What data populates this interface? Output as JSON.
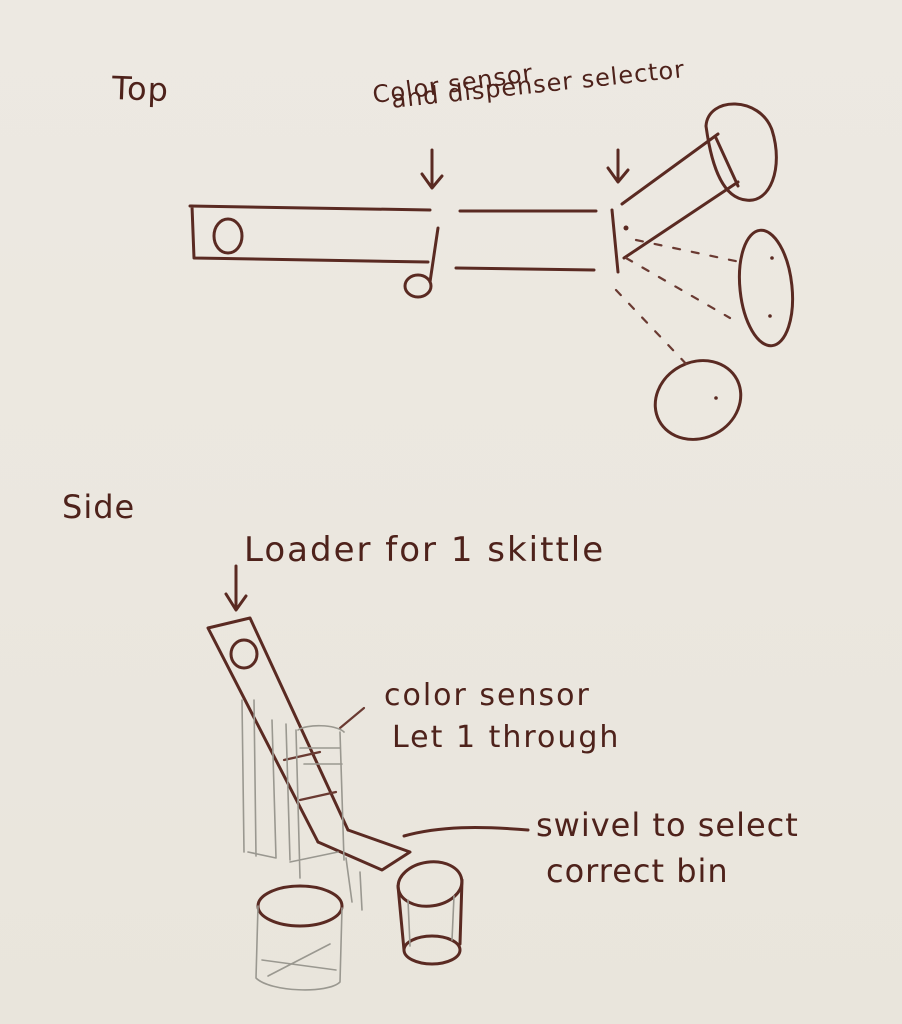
{
  "top_view": {
    "title": "Top",
    "label_line1": "Color sensor",
    "label_line2": "and dispenser selector"
  },
  "side_view": {
    "title": "Side",
    "loader_label": "Loader for 1 skittle",
    "sensor_line1": "color sensor",
    "sensor_line2": "Let 1 through",
    "swivel_line1": "swivel to select",
    "swivel_line2": "correct bin"
  },
  "colors": {
    "ink": "#5a2a22",
    "paper": "#ece8e1",
    "pencil": "#9a9890"
  }
}
